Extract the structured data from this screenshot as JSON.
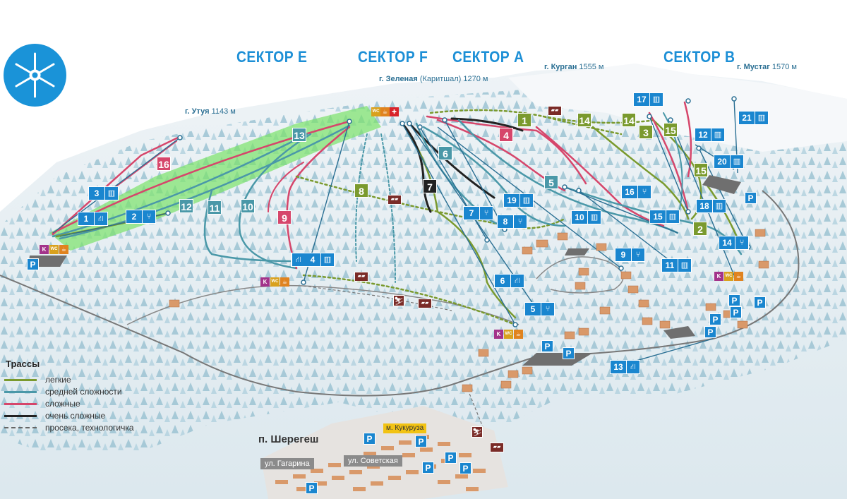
{
  "colors": {
    "easy": "#7a9a2e",
    "medium": "#4a98a8",
    "hard": "#d6466b",
    "expert": "#222222",
    "track": "#777777",
    "lift_blue": "#1a86cf",
    "sector_blue": "#1c8fd6",
    "highlight": "#7be36a"
  },
  "sectors": [
    {
      "id": "E",
      "label": "СЕКТОР E"
    },
    {
      "id": "F",
      "label": "СЕКТОР F"
    },
    {
      "id": "A",
      "label": "СЕКТОР A"
    },
    {
      "id": "B",
      "label": "СЕКТОР B"
    }
  ],
  "peaks": [
    {
      "name": "г. Утуя",
      "altitude": "1143 м"
    },
    {
      "name": "г. Зеленая",
      "alt_name": "(Каритшал)",
      "altitude": "1270 м"
    },
    {
      "name": "г. Курган",
      "altitude": "1555 м"
    },
    {
      "name": "г. Мустаг",
      "altitude": "1570 м"
    }
  ],
  "trails": [
    {
      "num": "1",
      "difficulty": "easy"
    },
    {
      "num": "2",
      "difficulty": "easy"
    },
    {
      "num": "3",
      "difficulty": "easy"
    },
    {
      "num": "4",
      "difficulty": "hard"
    },
    {
      "num": "5",
      "difficulty": "medium"
    },
    {
      "num": "6",
      "difficulty": "medium"
    },
    {
      "num": "7",
      "difficulty": "expert"
    },
    {
      "num": "8",
      "difficulty": "easy"
    },
    {
      "num": "9",
      "difficulty": "hard"
    },
    {
      "num": "10",
      "difficulty": "medium"
    },
    {
      "num": "11",
      "difficulty": "medium"
    },
    {
      "num": "12",
      "difficulty": "medium"
    },
    {
      "num": "13",
      "difficulty": "medium"
    },
    {
      "num": "14",
      "difficulty": "easy"
    },
    {
      "num": "14",
      "difficulty": "easy"
    },
    {
      "num": "15",
      "difficulty": "easy"
    },
    {
      "num": "15",
      "difficulty": "easy"
    },
    {
      "num": "16",
      "difficulty": "hard"
    }
  ],
  "lifts": [
    {
      "num": "1",
      "icon": "gondola"
    },
    {
      "num": "2",
      "icon": "chairlift"
    },
    {
      "num": "3",
      "icon": "chairlift"
    },
    {
      "num": "4",
      "icon": "gondola"
    },
    {
      "num": "5",
      "icon": "surface-lift"
    },
    {
      "num": "6",
      "icon": "gondola"
    },
    {
      "num": "7",
      "icon": "surface-lift"
    },
    {
      "num": "8",
      "icon": "surface-lift"
    },
    {
      "num": "9",
      "icon": "surface-lift"
    },
    {
      "num": "10",
      "icon": "chairlift"
    },
    {
      "num": "11",
      "icon": "chairlift"
    },
    {
      "num": "12",
      "icon": "chairlift"
    },
    {
      "num": "13",
      "icon": "gondola"
    },
    {
      "num": "14",
      "icon": "surface-lift"
    },
    {
      "num": "15",
      "icon": "chairlift"
    },
    {
      "num": "16",
      "icon": "surface-lift"
    },
    {
      "num": "17",
      "icon": "chairlift"
    },
    {
      "num": "18",
      "icon": "chairlift"
    },
    {
      "num": "19",
      "icon": "chairlift"
    },
    {
      "num": "20",
      "icon": "chairlift"
    },
    {
      "num": "21",
      "icon": "chairlift"
    }
  ],
  "parking": "P",
  "poi": {
    "cafe": "K",
    "wc": "WC",
    "first_aid": "✚"
  },
  "legend": {
    "title": "Трассы",
    "items": [
      {
        "label": "легкие",
        "color": "#7a9a2e"
      },
      {
        "label": "средней сложности",
        "color": "#4a98a8"
      },
      {
        "label": "сложные",
        "color": "#d6466b"
      },
      {
        "label": "очень сложные",
        "color": "#222222"
      },
      {
        "label": "просека, технологичка",
        "color": "#666666"
      }
    ]
  },
  "village": {
    "title": "п. Шерегеш",
    "streets": [
      "ул. Гагарина",
      "ул. Советская"
    ],
    "place": "м. Кукуруза"
  }
}
